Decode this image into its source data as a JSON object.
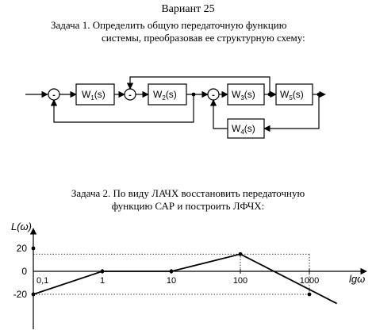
{
  "document": {
    "variant_title": "Вариант 25",
    "task1_line1": "Задача 1. Определить общую передаточную функцию",
    "task1_line2": "системы, преобразовав ее структурную схему:",
    "task2_line1": "Задача 2. По виду ЛАЧХ восстановить передаточную",
    "task2_line2": "функцию САР и построить ЛФЧХ:"
  },
  "diagram": {
    "blocks": [
      {
        "id": "W1",
        "label": "W",
        "sub": "1",
        "tail": "(s)"
      },
      {
        "id": "W2",
        "label": "W",
        "sub": "2",
        "tail": "(s)"
      },
      {
        "id": "W3",
        "label": "W",
        "sub": "3",
        "tail": "(s)"
      },
      {
        "id": "W4",
        "label": "W",
        "sub": "4",
        "tail": "(s)"
      },
      {
        "id": "W5",
        "label": "W",
        "sub": "5",
        "tail": "(s)"
      }
    ],
    "sum_sign": "-"
  },
  "chart_data": {
    "type": "line",
    "title": "",
    "xlabel": "lgω",
    "ylabel": "L(ω)",
    "x_scale": "log",
    "x_ticks": [
      "0,1",
      "1",
      "10",
      "100",
      "1000"
    ],
    "y_ticks": [
      "20",
      "0",
      "-20"
    ],
    "series": [
      {
        "x": [
          0.1,
          1,
          10,
          100,
          2500
        ],
        "y": [
          -20,
          0,
          0,
          15,
          -28
        ]
      }
    ],
    "dotted_guides": [
      {
        "y": 15,
        "x_to": 1000
      },
      {
        "y": -20,
        "x_to": 1000
      },
      {
        "x": 100,
        "y_to": 15
      },
      {
        "x": 1000,
        "y_from": -20,
        "y_to": 15
      }
    ],
    "grid": false
  }
}
